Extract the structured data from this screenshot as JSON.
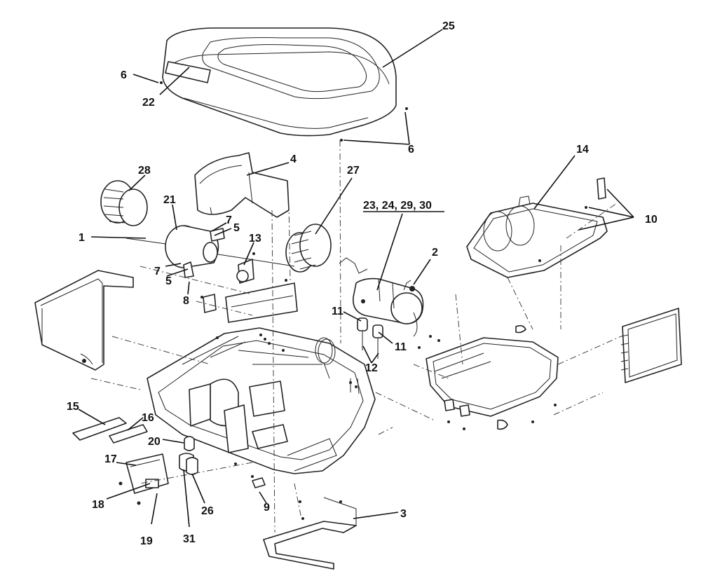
{
  "diagram": {
    "callouts": {
      "c1": "1",
      "c2": "2",
      "c3": "3",
      "c4": "4",
      "c5a": "5",
      "c5b": "5",
      "c6a": "6",
      "c6b": "6",
      "c7a": "7",
      "c7b": "7",
      "c8": "8",
      "c9": "9",
      "c10": "10",
      "c11a": "11",
      "c11b": "11",
      "c12": "12",
      "c13": "13",
      "c14": "14",
      "c15": "15",
      "c16": "16",
      "c17": "17",
      "c18": "18",
      "c19": "19",
      "c20": "20",
      "c21": "21",
      "c22": "22",
      "c25": "25",
      "c26": "26",
      "c27": "27",
      "c28": "28",
      "c31": "31",
      "group": "23, 24, 29, 30"
    }
  }
}
